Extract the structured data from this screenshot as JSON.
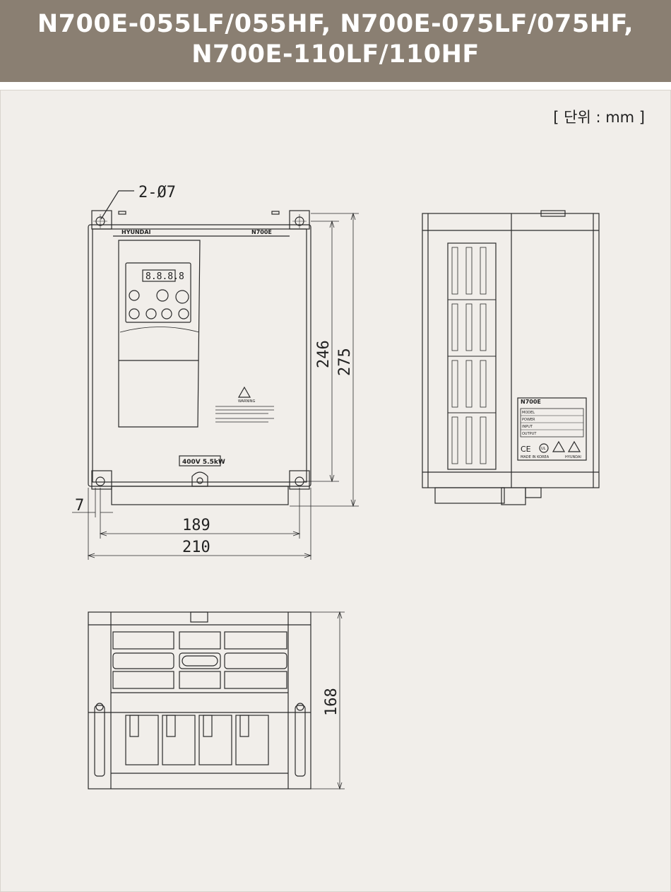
{
  "header": {
    "title_line1": "N700E-055LF/055HF, N700E-075LF/075HF,",
    "title_line2": "N700E-110LF/110HF"
  },
  "unit_label": "[ 단위 : mm ]",
  "front_view": {
    "hole_callout": "2-Ø7",
    "brand": "HYUNDAI",
    "model_mark": "N700E",
    "rating": "400V 5.5kW",
    "warning_title": "WARNING",
    "dim_height_inner": "246",
    "dim_height_outer": "275",
    "dim_width_inner": "189",
    "dim_width_outer": "210",
    "dim_offset": "7"
  },
  "side_view": {
    "label_model": "N700E",
    "label_brand": "HYUNDAI",
    "label_rows": [
      "MODEL",
      "POWER",
      "INPUT",
      "OUTPUT"
    ],
    "label_made_in": "MADE IN KOREA",
    "label_marks": [
      "CE",
      "UL"
    ]
  },
  "bottom_view": {
    "dim_depth": "168"
  },
  "colors": {
    "header_bg": "#8a7f72",
    "panel_bg": "#f1eeea",
    "line": "#2a2a2a"
  }
}
